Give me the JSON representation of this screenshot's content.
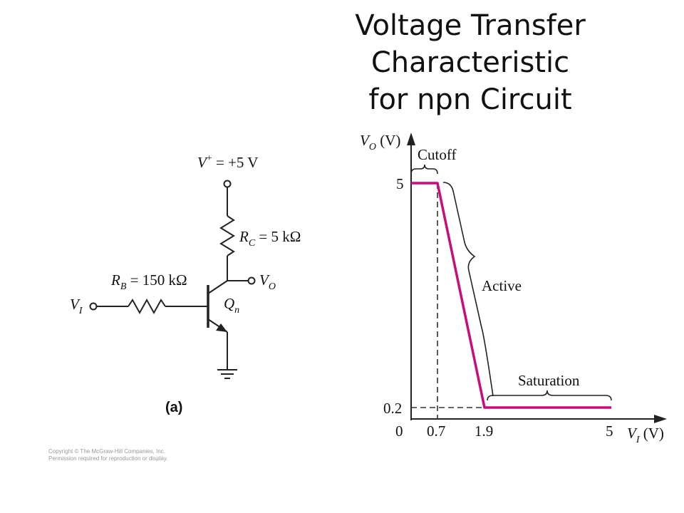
{
  "title": {
    "line1": "Voltage Transfer",
    "line2": "Characteristic",
    "line3": "for npn Circuit"
  },
  "circuit": {
    "supply_label": "V",
    "supply_sup": "+",
    "supply_value": " = +5 V",
    "rc_label": "R",
    "rc_sub": "C",
    "rc_value": " = 5 kΩ",
    "rb_label": "R",
    "rb_sub": "B",
    "rb_value": " = 150 kΩ",
    "vi_label": "V",
    "vi_sub": "I",
    "vo_label": "V",
    "vo_sub": "O",
    "q_label": "Q",
    "q_sub": "n",
    "caption": "(a)"
  },
  "graph": {
    "y_axis_label": "V",
    "y_axis_sub": "O",
    "y_axis_unit": " (V)",
    "x_axis_label": "V",
    "x_axis_sub": "I",
    "x_axis_unit": " (V)",
    "y_ticks": [
      "5",
      "0.2"
    ],
    "x_ticks": [
      "0",
      "0.7",
      "1.9",
      "5"
    ],
    "regions": {
      "cutoff": "Cutoff",
      "active": "Active",
      "saturation": "Saturation"
    },
    "curve_color": "#cc0a7a"
  },
  "copyright": {
    "line1": "Copyright © The McGraw-Hill Companies, Inc.",
    "line2": "Permission required for reproduction or display."
  }
}
